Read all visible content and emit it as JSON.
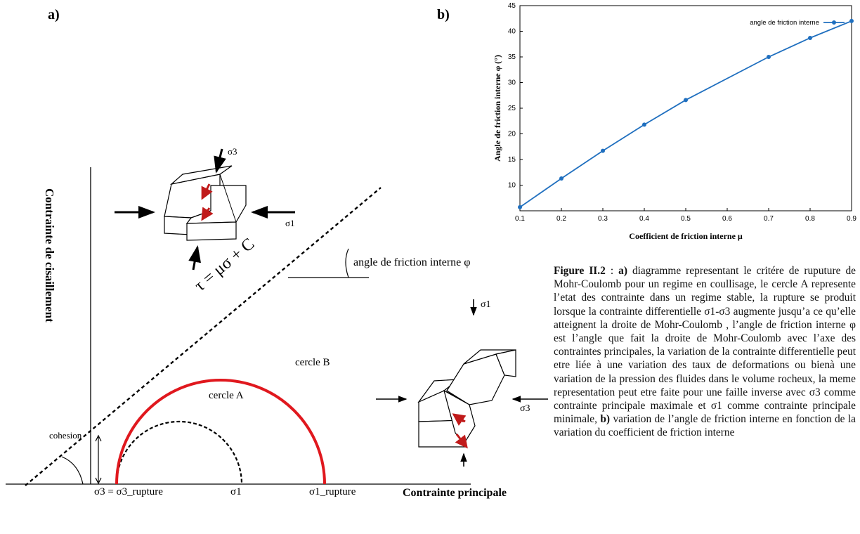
{
  "panel_a": {
    "label": "a)",
    "y_axis_label": "Contrainte de cisaillement",
    "x_axis_label": "Contrainte principale",
    "equation": "τ = μσ + C",
    "friction_angle_label": "angle de friction interne φ",
    "cohesion_label": "cohesion",
    "circle_a_label": "cercle A",
    "circle_b_label": "cercle B",
    "sigma3_label": "σ3 = σ3_rupture",
    "sigma1_label": "σ1",
    "sigma1_rupture_label": "σ1_rupture",
    "block1": {
      "sigma_top": "σ3",
      "sigma_right": "σ1"
    },
    "block2": {
      "sigma_top": "σ1",
      "sigma_right": "σ3"
    },
    "colors": {
      "circle_b": "#e0181e",
      "slip_arrow": "#c01a1a"
    }
  },
  "panel_b": {
    "label": "b)"
  },
  "chart_data": {
    "type": "line",
    "xlabel": "Coefficient de friction interne μ",
    "ylabel": "Angle de friction interne φ (°)",
    "xlim": [
      0.1,
      0.9
    ],
    "ylim": [
      5,
      45
    ],
    "xticks": [
      "0.1",
      "0.2",
      "0.3",
      "0.4",
      "0.5",
      "0.6",
      "0.7",
      "0.8",
      "0.9"
    ],
    "yticks": [
      "10",
      "15",
      "20",
      "25",
      "30",
      "35",
      "40",
      "45"
    ],
    "grid": false,
    "legend_position": "top-right",
    "color": "#1f6fbf",
    "series": [
      {
        "name": "angle de friction interne",
        "x": [
          0.1,
          0.2,
          0.3,
          0.4,
          0.5,
          0.7,
          0.8,
          0.9
        ],
        "y": [
          5.7,
          11.3,
          16.7,
          21.8,
          26.6,
          35.0,
          38.7,
          42.0
        ]
      }
    ]
  },
  "caption": {
    "figure_id": "Figure II.2",
    "sep": " : ",
    "a_marker": "a)",
    "text_a": " diagramme representant le critére de ruputure de Mohr-Coulomb pour un regime en coullisage, le cercle A represente l’etat des contrainte dans un regime stable, la rupture se produit lorsque la contrainte differentielle σ1-σ3  augmente jusqu’a ce qu’elle atteignent la droite de Mohr-Coulomb , l’angle de friction interne φ est l’angle que fait la droite de Mohr-Coulomb avec l’axe des contraintes principales, la variation de la contrainte differentielle peut etre liée à une variation des taux de deformations ou bienà une variation de la pression des fluides dans le volume rocheux, la meme representation peut etre faite pour une faille inverse avec σ3 comme contrainte principale maximale et  σ1 comme contrainte principale minimale, ",
    "b_marker": "b)",
    "text_b": " variation de l’angle de friction interne en fonction de la variation du coefficient de friction interne"
  }
}
